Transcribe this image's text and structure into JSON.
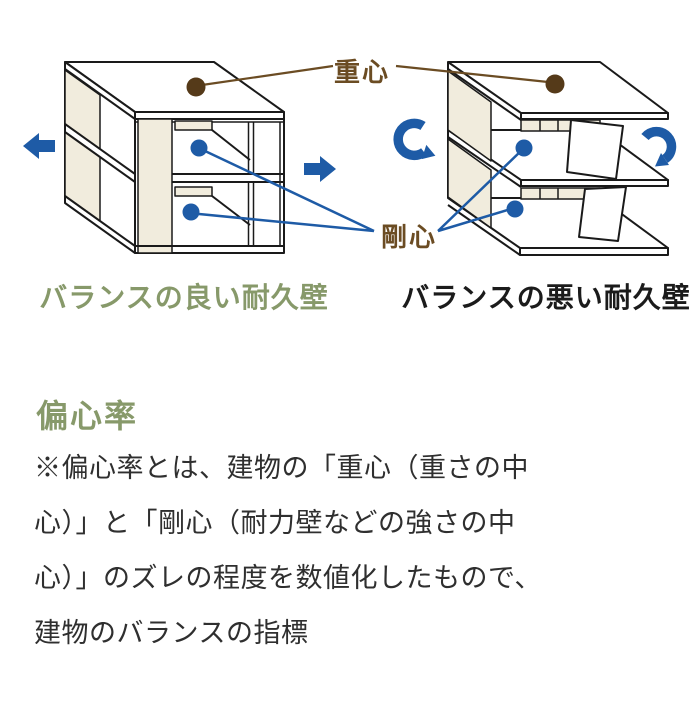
{
  "colors": {
    "accent_blue": "#1e5ba6",
    "brown": "#6b4c23",
    "dot_brown": "#553a19",
    "panel_cream": "#f1ecdd",
    "outline": "#1a1a1a",
    "accent_green": "#87996a",
    "text_dark": "#2f2f2f",
    "caption_dark": "#1b1b1b"
  },
  "labels": {
    "center_of_gravity": "重心",
    "center_of_rigidity": "剛心"
  },
  "captions": {
    "left": "バランスの良い耐久壁",
    "right": "バランスの悪い耐久壁"
  },
  "icons": {
    "left_force": "left-block-arrow",
    "right_force": "right-block-arrow",
    "rotation_left": "counterclockwise-curved-arrow",
    "rotation_right": "clockwise-curved-arrow",
    "gravity_marker": "brown-dot",
    "rigidity_marker": "blue-dot"
  },
  "section": {
    "heading": "偏心率",
    "body_lines": [
      "※偏心率とは、建物の「重心（重さの中",
      "心）」と「剛心（耐力壁などの強さの中",
      "心）」のズレの程度を数値化したもので、",
      "建物のバランスの指標"
    ]
  }
}
